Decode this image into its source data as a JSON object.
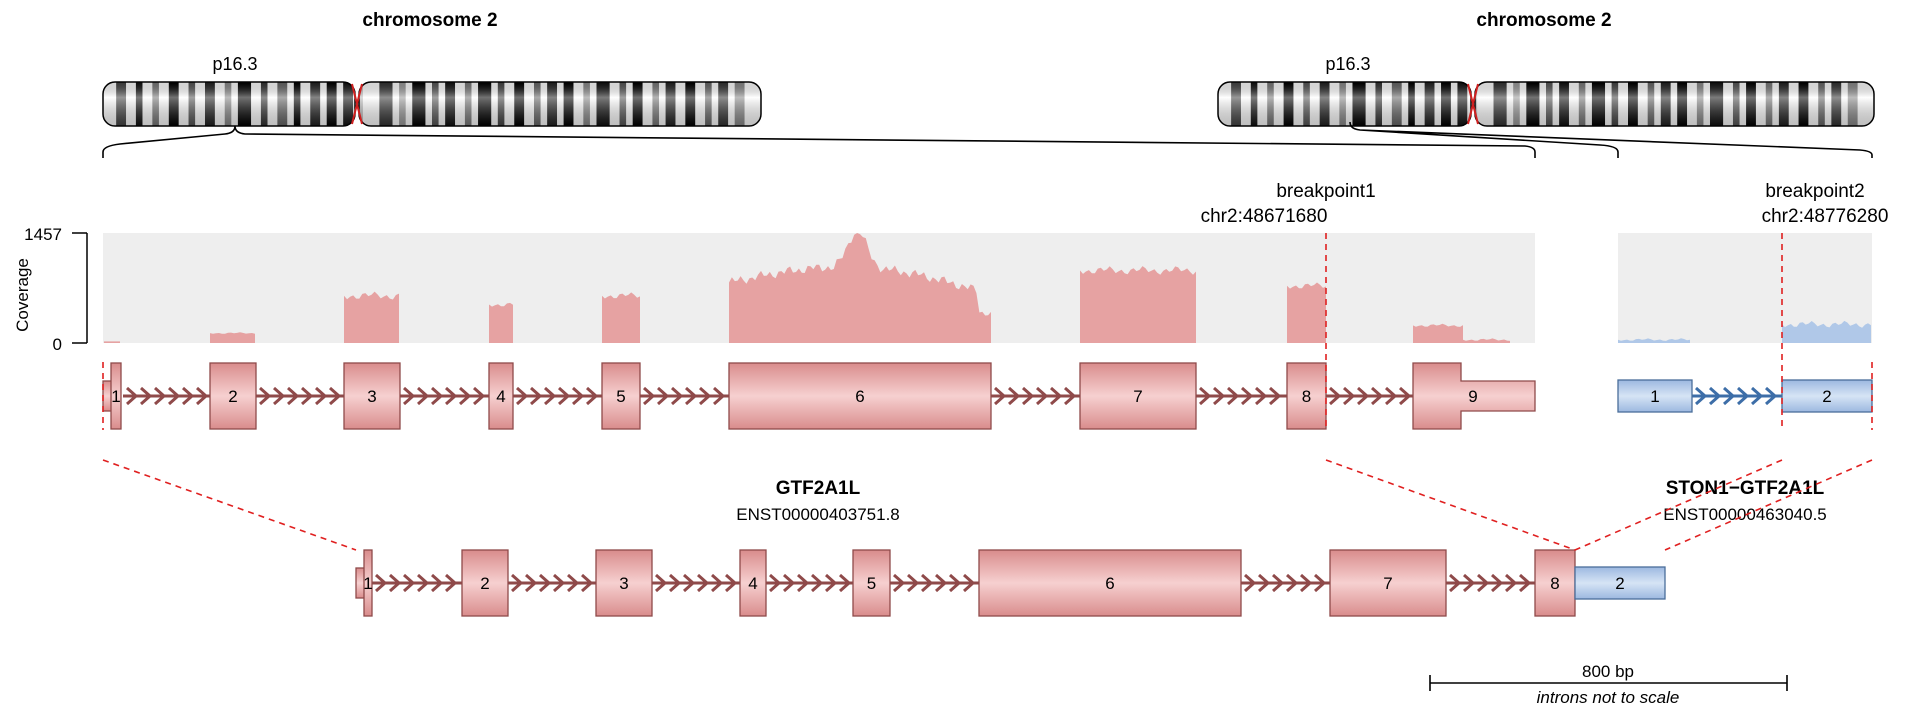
{
  "chromosomes": {
    "left": {
      "title": "chromosome 2",
      "band": "p16.3"
    },
    "right": {
      "title": "chromosome 2",
      "band": "p16.3"
    }
  },
  "coverage": {
    "axis_label": "Coverage",
    "max_tick": "1457",
    "min_tick": "0"
  },
  "breakpoints": [
    {
      "name": "breakpoint1",
      "position": "chr2:48671680"
    },
    {
      "name": "breakpoint2",
      "position": "chr2:48776280"
    }
  ],
  "genes": {
    "upstream": {
      "name": "GTF2A1L",
      "transcript": "ENST00000403751.8",
      "exons": [
        "1",
        "2",
        "3",
        "4",
        "5",
        "6",
        "7",
        "8",
        "9"
      ],
      "color": "#e6a2a2",
      "border": "#8f4a4a"
    },
    "downstream": {
      "name": "STON1−GTF2A1L",
      "transcript": "ENST00000463040.5",
      "exons": [
        "1",
        "2"
      ],
      "color": "#b0c8e8",
      "border": "#4a6e9a"
    }
  },
  "fusion": {
    "exons": [
      "1",
      "2",
      "3",
      "4",
      "5",
      "6",
      "7",
      "8",
      "2"
    ]
  },
  "scale": {
    "label": "800 bp",
    "note": "introns not to scale"
  },
  "colors": {
    "coverage_bg": "#eeeeee",
    "coverage_upstream": "#e6a2a2",
    "coverage_downstream": "#b0c8e8",
    "breakpoint_line": "#e02020",
    "centromere": "#d02020"
  }
}
